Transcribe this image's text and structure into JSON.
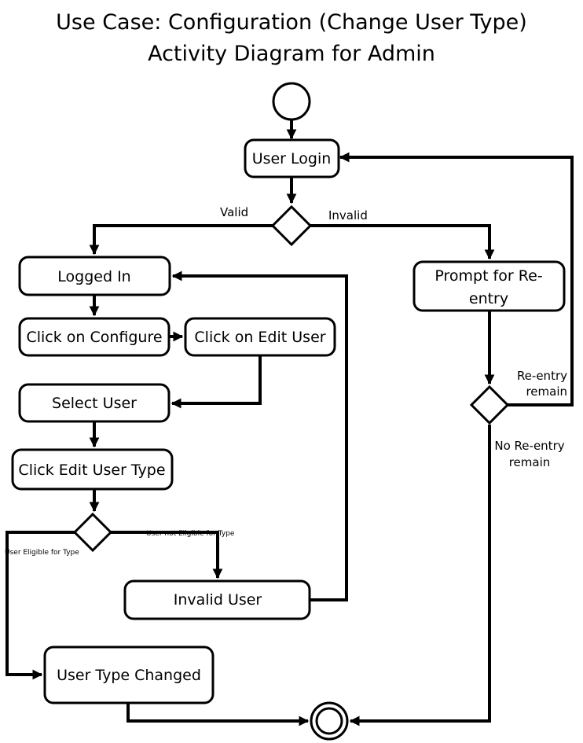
{
  "title": {
    "line1": "Use Case: Configuration (Change User Type)",
    "line2": "Activity Diagram for Admin"
  },
  "nodes": {
    "user_login": "User Login",
    "logged_in": "Logged In",
    "prompt_line1": "Prompt for Re-",
    "prompt_line2": "entry",
    "click_configure": "Click on Configure",
    "click_edit_user": "Click on Edit User",
    "select_user": "Select User",
    "click_edit_type": "Click Edit User Type",
    "invalid_user": "Invalid User",
    "type_changed": "User Type Changed"
  },
  "edge_labels": {
    "valid": "Valid",
    "invalid": "Invalid",
    "reentry_line1": "Re-entry",
    "reentry_line2": "remain",
    "no_reentry_line1": "No Re-entry",
    "no_reentry_line2": "remain",
    "not_eligible": "User not Eligible for Type",
    "eligible": "User Eligible for Type"
  }
}
